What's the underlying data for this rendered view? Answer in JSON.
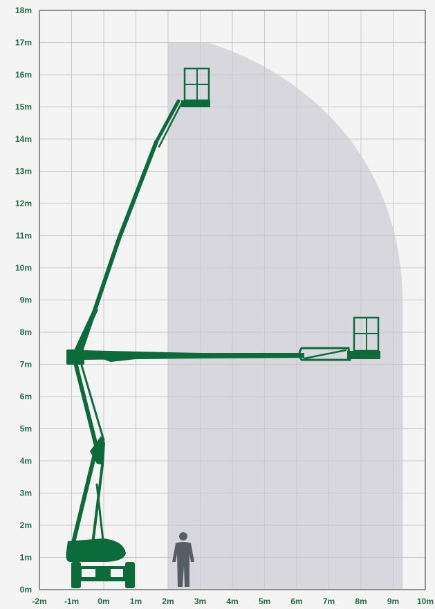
{
  "chart_data": {
    "type": "diagram",
    "y_axis": {
      "unit": "m",
      "min": 0,
      "max": 18,
      "step": 1,
      "tick_labels": [
        "0m",
        "1m",
        "2m",
        "3m",
        "4m",
        "5m",
        "6m",
        "7m",
        "8m",
        "9m",
        "10m",
        "11m",
        "12m",
        "13m",
        "14m",
        "15m",
        "16m",
        "17m",
        "18m"
      ]
    },
    "x_axis": {
      "unit": "m",
      "min": -2,
      "max": 10,
      "step": 1,
      "tick_labels": [
        "-2m",
        "-1m",
        "0m",
        "1m",
        "2m",
        "3m",
        "4m",
        "5m",
        "6m",
        "7m",
        "8m",
        "9m",
        "10m"
      ]
    },
    "grid": true,
    "working_envelope": {
      "points": [
        [
          2.0,
          0
        ],
        [
          2.0,
          17.0
        ],
        [
          3.2,
          17.0
        ],
        [
          4.5,
          16.4
        ],
        [
          6.0,
          15.0
        ],
        [
          7.4,
          13.0
        ],
        [
          8.4,
          10.9
        ],
        [
          8.8,
          9.8
        ],
        [
          9.3,
          8.8
        ],
        [
          9.3,
          0
        ]
      ]
    },
    "max_platform_height_m": 15.2,
    "max_outreach_m": 8.5,
    "outreach_height_m": 7.3
  },
  "colors": {
    "machine": "#0d6b3b",
    "envelope": "#d7d7dd",
    "grid": "#c9c9c9",
    "axis_text": "#1f6b45",
    "frame": "#707070",
    "person": "#575d66",
    "background": "#f4f4f4"
  },
  "icons": {
    "person": "person-silhouette-icon",
    "machine": "boom-lift-icon"
  }
}
